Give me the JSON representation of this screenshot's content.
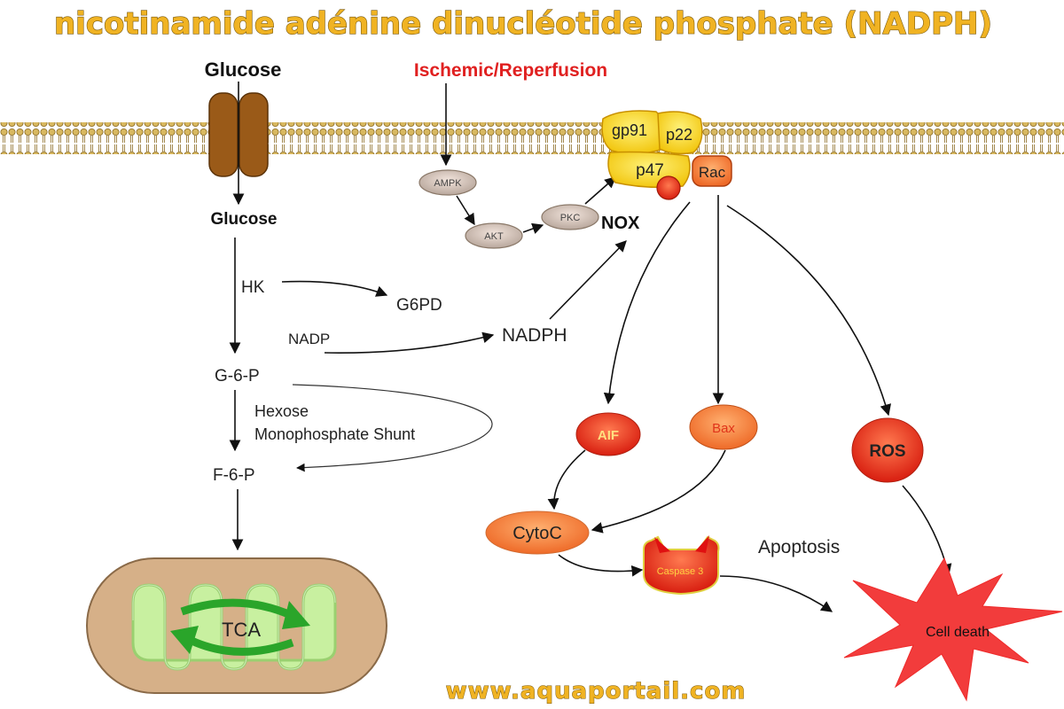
{
  "title": "nicotinamide adénine dinucléotide phosphate (NADPH)",
  "footer": "www.aquaportail.com",
  "labels": {
    "glucose_outside": "Glucose",
    "glucose_inside": "Glucose",
    "ischemic": "Ischemic/Reperfusion",
    "hk": "HK",
    "g6pd": "G6PD",
    "nadp": "NADP",
    "nadph": "NADPH",
    "g6p": "G-6-P",
    "hexose_line1": "Hexose",
    "hexose_line2": "Monophosphate Shunt",
    "f6p": "F-6-P",
    "tca": "TCA",
    "ampk": "AMPK",
    "akt": "AKT",
    "pkc": "PKC",
    "nox": "NOX",
    "gp91": "gp91",
    "p22": "p22",
    "p47": "p47",
    "rac": "Rac",
    "aif": "AIF",
    "bax": "Bax",
    "ros": "ROS",
    "cytoc": "CytoC",
    "caspase3": "Caspase 3",
    "apoptosis": "Apoptosis",
    "cell_death": "Cell death"
  },
  "colors": {
    "title": "#f0b323",
    "ischemic": "#e02020",
    "membrane": "#c9a23a",
    "nox": "#f5d000",
    "node_red": "#e8321e",
    "node_orange": "#f58a3a",
    "mito_outer": "#d8b48a",
    "mito_inner": "#c8f0a0",
    "tca_arrow": "#2aa52a",
    "cell_death": "#f23c3c"
  }
}
